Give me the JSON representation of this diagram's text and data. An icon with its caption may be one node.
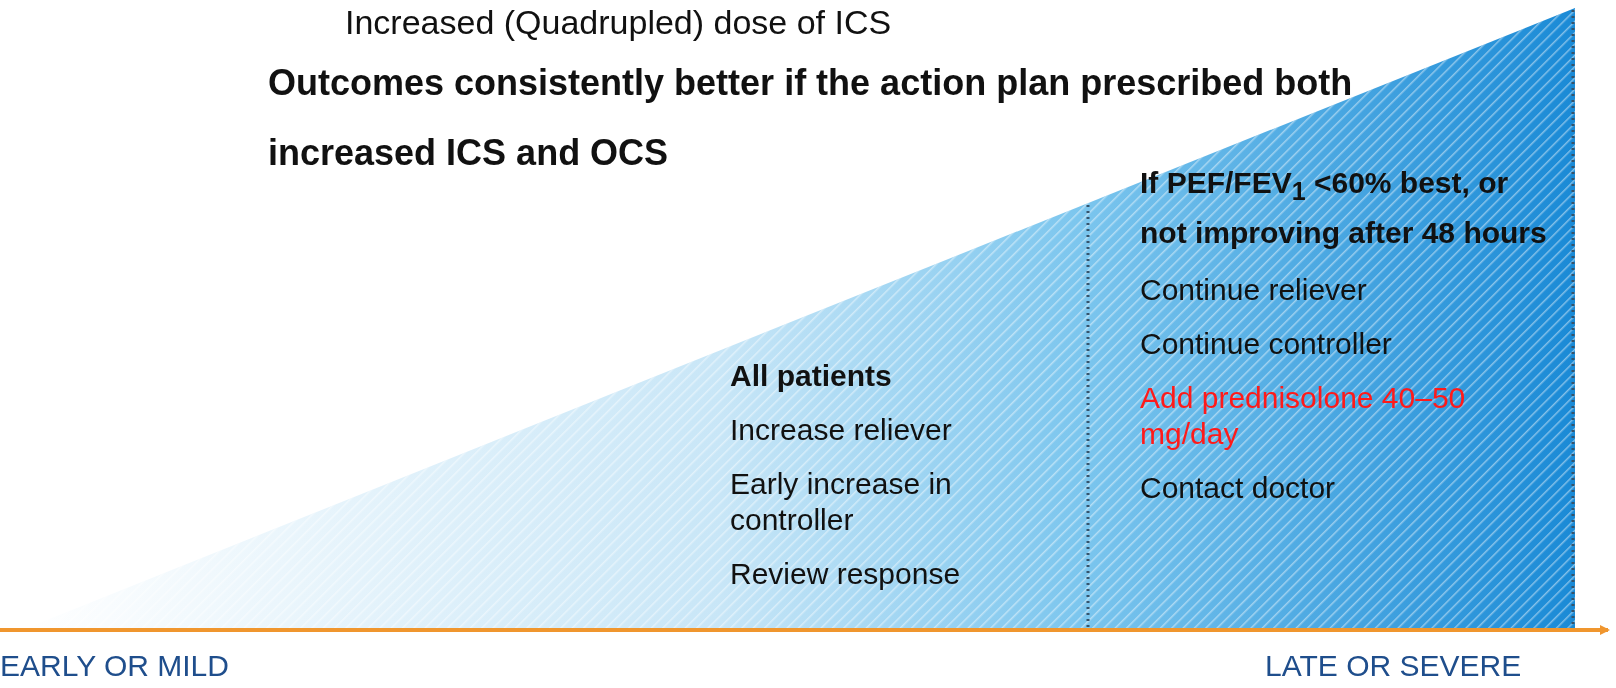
{
  "diagram": {
    "nodes": [
      {
        "text": [
          "All patients",
          "Increase reliever",
          "Early increase in controller",
          "Review response"
        ]
      },
      {
        "text": [
          "If PEF/FEV$_{1}$ <60% best, or not improving after 48 hours",
          "Continue reliever",
          "Continue controller",
          "Add prednisolone 40–50 mg/day",
          "Contact doctor"
        ]
      }
    ],
    "labels": [
      "Increased (Quadrupled) dose of ICS",
      "Outcomes consistently better if the action plan prescribed both increased ICS and OCS",
      "EARLY OR MILD",
      "LATE OR SEVERE"
    ]
  }
}
